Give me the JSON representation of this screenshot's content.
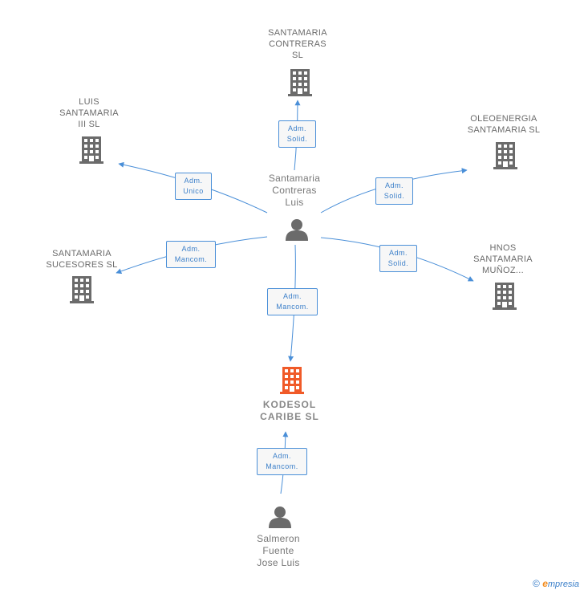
{
  "nodes": {
    "top": {
      "label": "SANTAMARIA\nCONTRERAS\nSL"
    },
    "luis_iii": {
      "label": "LUIS\nSANTAMARIA\nIII SL"
    },
    "oleo": {
      "label": "OLEOENERGIA\nSANTAMARIA SL"
    },
    "sucesores": {
      "label": "SANTAMARIA\nSUCESORES  SL"
    },
    "hnos": {
      "label": "HNOS\nSANTAMARIA\nMUÑOZ..."
    },
    "center_person": {
      "label": "Santamaria\nContreras\nLuis"
    },
    "main_company": {
      "label": "KODESOL\nCARIBE  SL"
    },
    "bottom_person": {
      "label": "Salmeron\nFuente\nJose Luis"
    }
  },
  "edges": {
    "to_top": "Adm.\nSolid.",
    "to_luis": "Adm.\nUnico",
    "to_oleo": "Adm.\nSolid.",
    "to_sucesores": "Adm.\nMancom.",
    "to_hnos": "Adm.\nSolid.",
    "to_main": "Adm.\nMancom.",
    "bottom_to_main": "Adm.\nMancom."
  },
  "footer": {
    "copyright": "©",
    "brand_e": "e",
    "brand_rest": "mpresia"
  },
  "colors": {
    "edge": "#4a8fd8",
    "building": "#6b6b6b",
    "main_building": "#f05a28",
    "person": "#6b6b6b"
  }
}
